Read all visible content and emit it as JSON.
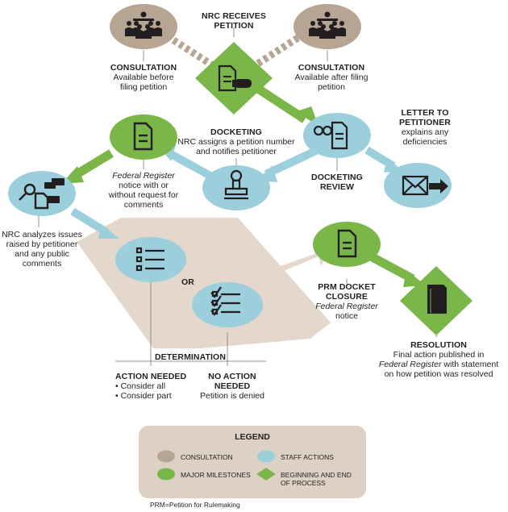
{
  "colors": {
    "consultation": "#b6a592",
    "staff": "#9bcfdb",
    "milestone": "#7ab648",
    "legend_bg": "#ddd0c4",
    "determination_bg": "#e4d8cc"
  },
  "labels": {
    "nrc_receives": [
      "NRC RECEIVES",
      "PETITION"
    ],
    "consult_before_title": "CONSULTATION",
    "consult_before_text": [
      "Available before",
      "filing petition"
    ],
    "consult_after_title": "CONSULTATION",
    "consult_after_text": [
      "Available after filing",
      "petition"
    ],
    "docketing_title": "DOCKETING",
    "docketing_text": [
      "NRC assigns a petition number",
      "and notifies petitioner"
    ],
    "docketing_review": [
      "DOCKETING",
      "REVIEW"
    ],
    "letter_title": [
      "LETTER TO",
      "PETITIONER"
    ],
    "letter_text": [
      "explains any",
      "deficiencies"
    ],
    "federal_register_italic": "Federal Register",
    "fr_notice_text": [
      "notice with or",
      "without request for",
      "comments"
    ],
    "analyzes_text": [
      "NRC analyzes issues",
      "raised by petitioner",
      "and any public",
      "comments"
    ],
    "or": "OR",
    "prm_closure": [
      "PRM DOCKET",
      "CLOSURE"
    ],
    "prm_fr_italic": "Federal Register",
    "prm_notice": "notice",
    "resolution_title": "RESOLUTION",
    "resolution_text_1": "Final action published in",
    "resolution_fr_italic": "Federal Register",
    "resolution_text_2": " with statement",
    "resolution_text_3": "on how petition was resolved",
    "determination": "DETERMINATION",
    "action_needed": "ACTION NEEDED",
    "action_items": [
      "• Consider all",
      "• Consider part"
    ],
    "no_action_needed": "NO ACTION NEEDED",
    "no_action_text": "Petition is denied"
  },
  "legend": {
    "title": "LEGEND",
    "items": [
      {
        "label": "CONSULTATION"
      },
      {
        "label": "STAFF ACTIONS"
      },
      {
        "label": "MAJOR MILESTONES"
      },
      {
        "label": "BEGINNING AND END OF PROCESS"
      }
    ]
  },
  "footnote": "PRM=Petition for Rulemaking"
}
